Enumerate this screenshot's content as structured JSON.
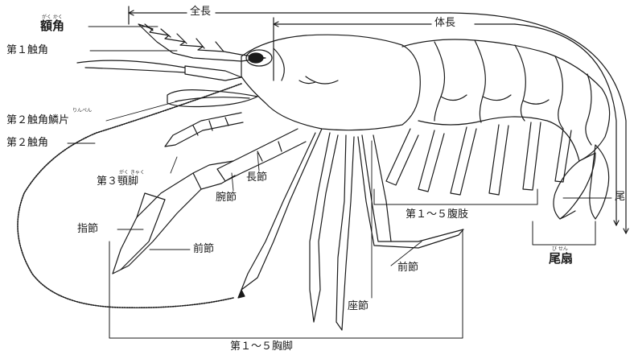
{
  "labels": {
    "zencho": "全長",
    "taicho": "体長",
    "gakkaku": "額角",
    "gakkaku_ruby": "がく かく",
    "shokkaku1": "第１触角",
    "shokkaku2_rinpen": "第２触角鱗片",
    "rinpen_ruby": "りんぺん",
    "shokkaku2": "第２触角",
    "gakkyaku3": "第３顎脚",
    "gakkyaku_ruby": "がく きゃく",
    "chosetsu": "長節",
    "wansetsu": "腕節",
    "shisetsu": "指節",
    "zensetsu_claw": "前節",
    "fukushi": "第１～５腹肢",
    "zensetsu_leg": "前節",
    "zasetsu": "座節",
    "kyokyaku": "第１～５胸脚",
    "bisen": "尾扇",
    "bisen_ruby": "び せん",
    "bi_partial": "尾"
  },
  "colors": {
    "ink": "#1a1a1a",
    "paper": "#ffffff"
  }
}
